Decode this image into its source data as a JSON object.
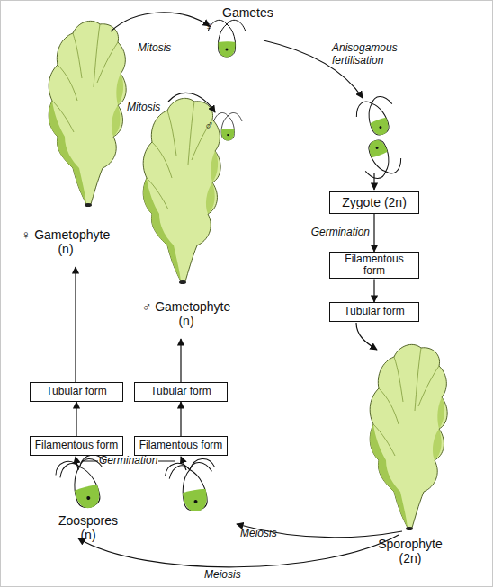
{
  "diagram": {
    "nodes": [
      {
        "text": [
          "Zygote (2n)"
        ]
      },
      {
        "text": [
          "Filamentous form"
        ]
      },
      {
        "text": [
          "Tubular form"
        ]
      },
      {
        "text": [
          "Tubular form"
        ]
      },
      {
        "text": [
          "Tubular form"
        ]
      },
      {
        "text": [
          "Filamentous form"
        ]
      },
      {
        "text": [
          "Filamentous form"
        ]
      }
    ],
    "edges": [
      {
        "from": 0,
        "to": 1,
        "label": "Germination",
        "arrow": "to"
      },
      {
        "from": 1,
        "to": 2,
        "arrow": "to"
      },
      {
        "from": 5,
        "to": 3,
        "arrow": "to"
      },
      {
        "from": 6,
        "to": 4,
        "arrow": "to"
      }
    ],
    "labels": [
      "Gametes",
      "♀",
      "♂",
      "Mitosis",
      "Mitosis",
      "Anisogamous fertilisation",
      "♀ Gametophyte (n)",
      "♂ Gametophyte (n)",
      "Germination",
      "Zoospores (n)",
      "Meiosis",
      "Meiosis",
      "Sporophyte (2n)"
    ]
  }
}
